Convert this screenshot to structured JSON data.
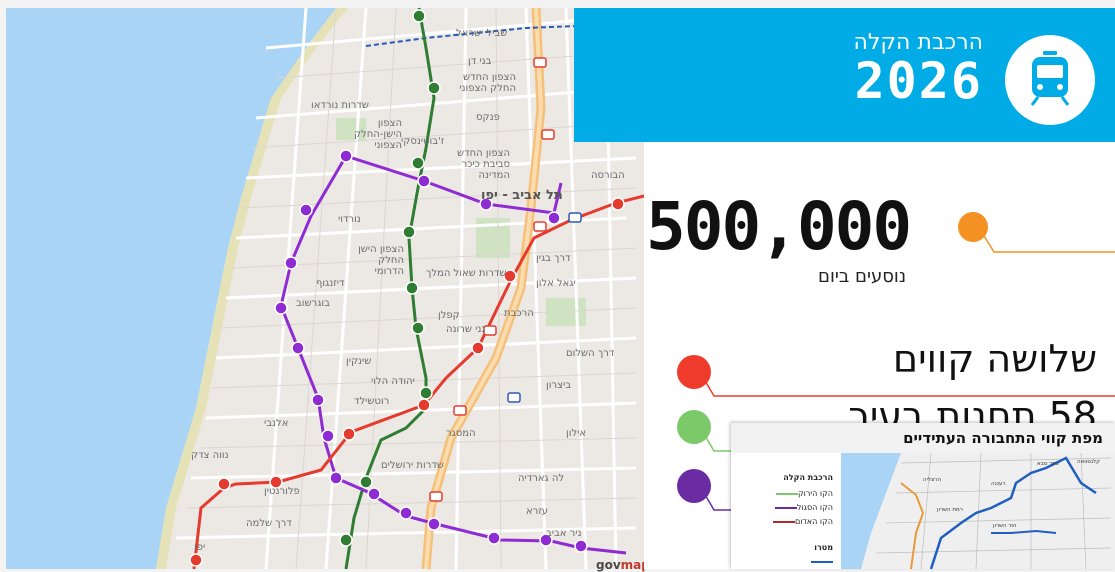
{
  "header": {
    "subtitle": "הרכבת הקלה",
    "year": "2026",
    "icon": "tram-icon"
  },
  "stats": {
    "passengers_number": "500,000",
    "passengers_label": "נוסעים ביום",
    "lines_title": "שלושה קווים",
    "stations_title": "58 תחנות בעיר"
  },
  "colors": {
    "header_blue": "#00abe6",
    "orange": "#f39222",
    "red": "#e53a2e",
    "green": "#2e7d32",
    "purple": "#8e2bd3",
    "legend_green": "#7cc96a",
    "legend_purple": "#6a2ba3",
    "legend_red_dot": "#ee3b2b"
  },
  "inset": {
    "title": "מפת קווי התחבורה העתידיים",
    "legend_heading": "הרכבת הקלה",
    "legend_green": "הקו הירוק",
    "legend_purple": "הקו הסגול",
    "legend_red": "הקו האדום",
    "legend_metro": "מטרו",
    "place_labels": [
      "קלנסוואה",
      "כפר סבא",
      "רעננה",
      "הרצליה",
      "רמת השרון",
      "הוד השרון"
    ]
  },
  "map": {
    "labels": [
      "שביל ישראל",
      "בני דן",
      "הצפון החדש החלק הצפוני",
      "שדרות נורדאו",
      "פנקס",
      "הצפון הישן-החלק הצפוני",
      "ז'בוטינסקי",
      "הצפון החדש סביבת כיכר המדינה",
      "תל אביב - יפו",
      "נורדוי",
      "הצפון הישן החלק הדרומי",
      "שדרות שאול המלך",
      "דיזנגוף",
      "בוגרשוב",
      "קפלן",
      "גני שרונה",
      "דרך השלום",
      "אלנבי",
      "רוטשילד",
      "יהודה הלוי",
      "שינקין",
      "ביצרון",
      "לה גארדיה",
      "אילון",
      "דרך שלמה",
      "פלורנטין",
      "נווה צדק",
      "יפו",
      "עזרא",
      "ניר אביב",
      "דרך בגין",
      "יגאל אלון",
      "הבורסה",
      "המסגר",
      "הרכבת",
      "שדרות ירושלים"
    ],
    "logo": "govmap"
  }
}
